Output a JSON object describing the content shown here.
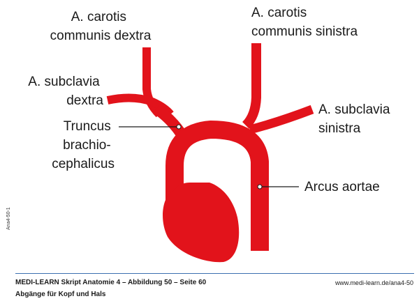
{
  "colors": {
    "artery": "#e2131b",
    "leader": "#1a1a1a",
    "footer_rule": "#3a6fb0"
  },
  "labels": {
    "carotis_dextra": [
      "A. carotis",
      "communis dextra"
    ],
    "carotis_sinistra": [
      "A. carotis",
      "communis sinistra"
    ],
    "subclavia_dextra": [
      "A. subclavia",
      "dextra"
    ],
    "subclavia_sinistra": [
      "A. subclavia",
      "sinistra"
    ],
    "truncus": [
      "Truncus",
      "brachio-",
      "cephalicus"
    ],
    "arcus": "Arcus aortae"
  },
  "side_code": "Ana4-50-1",
  "footer": {
    "title": "MEDI-LEARN Skript Anatomie 4 – Abbildung 50 – Seite 60",
    "subtitle": "Abgänge für Kopf und Hals",
    "url": "www.medi-learn.de/ana4-50"
  }
}
